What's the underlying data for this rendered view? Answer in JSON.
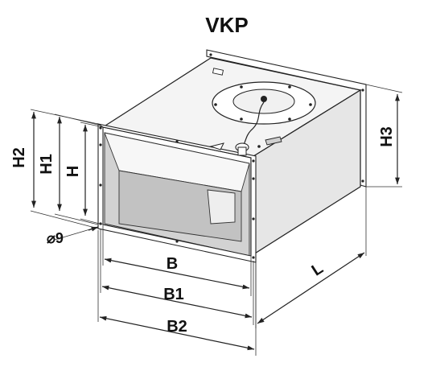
{
  "title": "VKP",
  "dimensions": {
    "h2": "H2",
    "h1": "H1",
    "h": "H",
    "h3": "H3",
    "hole": "⌀9",
    "b": "B",
    "b1": "B1",
    "b2": "B2",
    "l": "L"
  }
}
